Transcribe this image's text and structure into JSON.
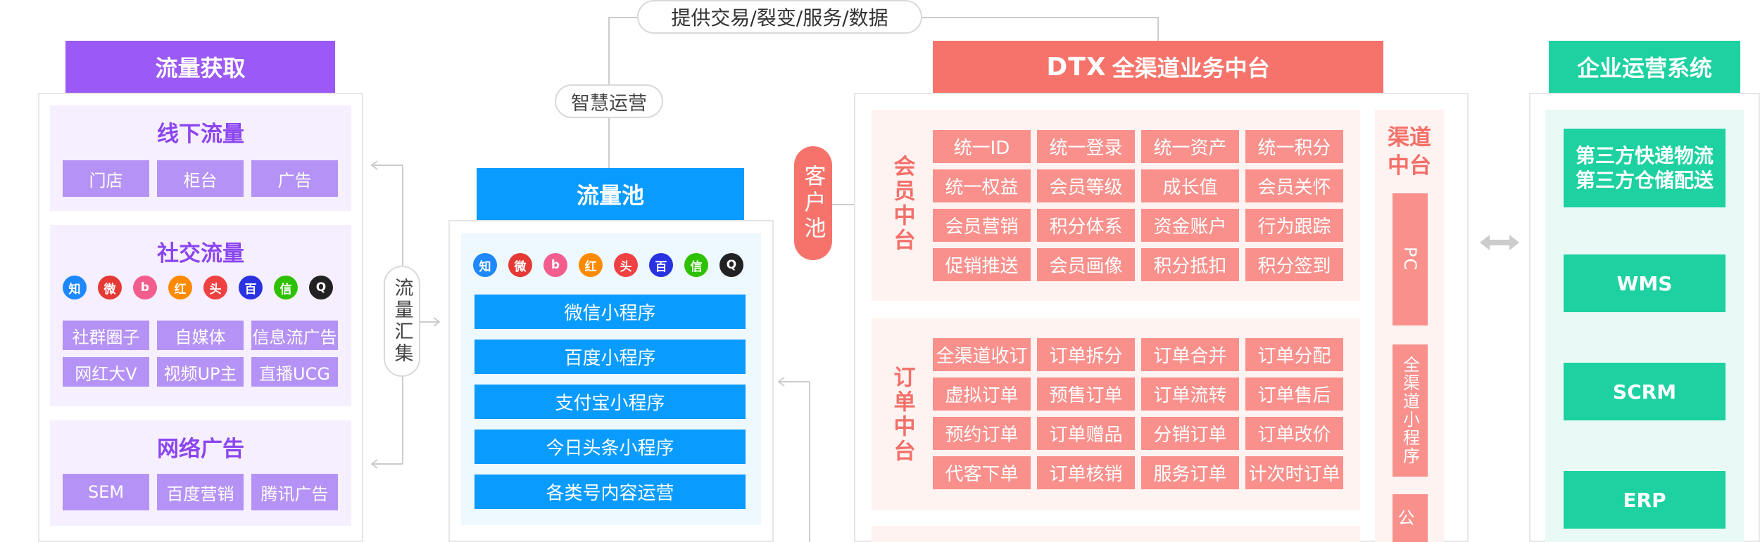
{
  "top_badge": "提供交易/裂变/服务/数据",
  "smart_ops": "智慧运营",
  "left": {
    "header": "流量获取",
    "offline": {
      "title": "线下流量",
      "items": [
        "门店",
        "柜台",
        "广告"
      ]
    },
    "social": {
      "title": "社交流量",
      "icons": [
        {
          "name": "zhihu-icon",
          "glyph": "知",
          "color": "#1e88ff"
        },
        {
          "name": "weibo-icon",
          "glyph": "微",
          "color": "#e53935"
        },
        {
          "name": "bilibili-icon",
          "glyph": "b",
          "color": "#f25d8e"
        },
        {
          "name": "xiaohongshu-icon",
          "glyph": "红",
          "color": "#ff8a00"
        },
        {
          "name": "toutiao-icon",
          "glyph": "头",
          "color": "#f04142"
        },
        {
          "name": "baidu-icon",
          "glyph": "百",
          "color": "#2932e1"
        },
        {
          "name": "wechat-icon",
          "glyph": "信",
          "color": "#2dc100"
        },
        {
          "name": "qq-icon",
          "glyph": "Q",
          "color": "#222222"
        }
      ],
      "items": [
        "社群圈子",
        "自媒体",
        "信息流广告",
        "网红大V",
        "视频UP主",
        "直播UCG"
      ]
    },
    "ads": {
      "title": "网络广告",
      "items": [
        "SEM",
        "百度营销",
        "腾讯广告"
      ]
    }
  },
  "aggregate_label": "流量汇集",
  "pool": {
    "header": "流量池",
    "icons": [
      {
        "name": "zhihu-icon",
        "glyph": "知",
        "color": "#1e88ff"
      },
      {
        "name": "weibo-icon",
        "glyph": "微",
        "color": "#e53935"
      },
      {
        "name": "bilibili-icon",
        "glyph": "b",
        "color": "#f25d8e"
      },
      {
        "name": "xiaohongshu-icon",
        "glyph": "红",
        "color": "#ff8a00"
      },
      {
        "name": "toutiao-icon",
        "glyph": "头",
        "color": "#f04142"
      },
      {
        "name": "baidu-icon",
        "glyph": "百",
        "color": "#2932e1"
      },
      {
        "name": "wechat-icon",
        "glyph": "信",
        "color": "#2dc100"
      },
      {
        "name": "qq-icon",
        "glyph": "Q",
        "color": "#222222"
      }
    ],
    "items": [
      "微信小程序",
      "百度小程序",
      "支付宝小程序",
      "今日头条小程序",
      "各类号内容运营"
    ]
  },
  "customer_pool": "客户池",
  "middle": {
    "logo": "DTX",
    "header": "全渠道业务中台",
    "member": {
      "label": "会员中台",
      "tiles": [
        "统一ID",
        "统一登录",
        "统一资产",
        "统一积分",
        "统一权益",
        "会员等级",
        "成长值",
        "会员关怀",
        "会员营销",
        "积分体系",
        "资金账户",
        "行为跟踪",
        "促销推送",
        "会员画像",
        "积分抵扣",
        "积分签到"
      ]
    },
    "order": {
      "label": "订单中台",
      "tiles": [
        "全渠道收订",
        "订单拆分",
        "订单合并",
        "订单分配",
        "虚拟订单",
        "预售订单",
        "订单流转",
        "订单售后",
        "预约订单",
        "订单赠品",
        "分销订单",
        "订单改价",
        "代客下单",
        "订单核销",
        "服务订单",
        "计次时订单"
      ]
    },
    "channel": {
      "label": "渠道中台",
      "items": [
        "PC",
        "全渠道小程序",
        "公"
      ]
    }
  },
  "right": {
    "header": "企业运营系统",
    "items": [
      "第三方快递物流\n第三方仓储配送",
      "WMS",
      "SCRM",
      "ERP"
    ]
  },
  "colors": {
    "purple": "#9b59f5",
    "blue": "#0a9bff",
    "red": "#f6736b",
    "green": "#1dd1a1"
  }
}
